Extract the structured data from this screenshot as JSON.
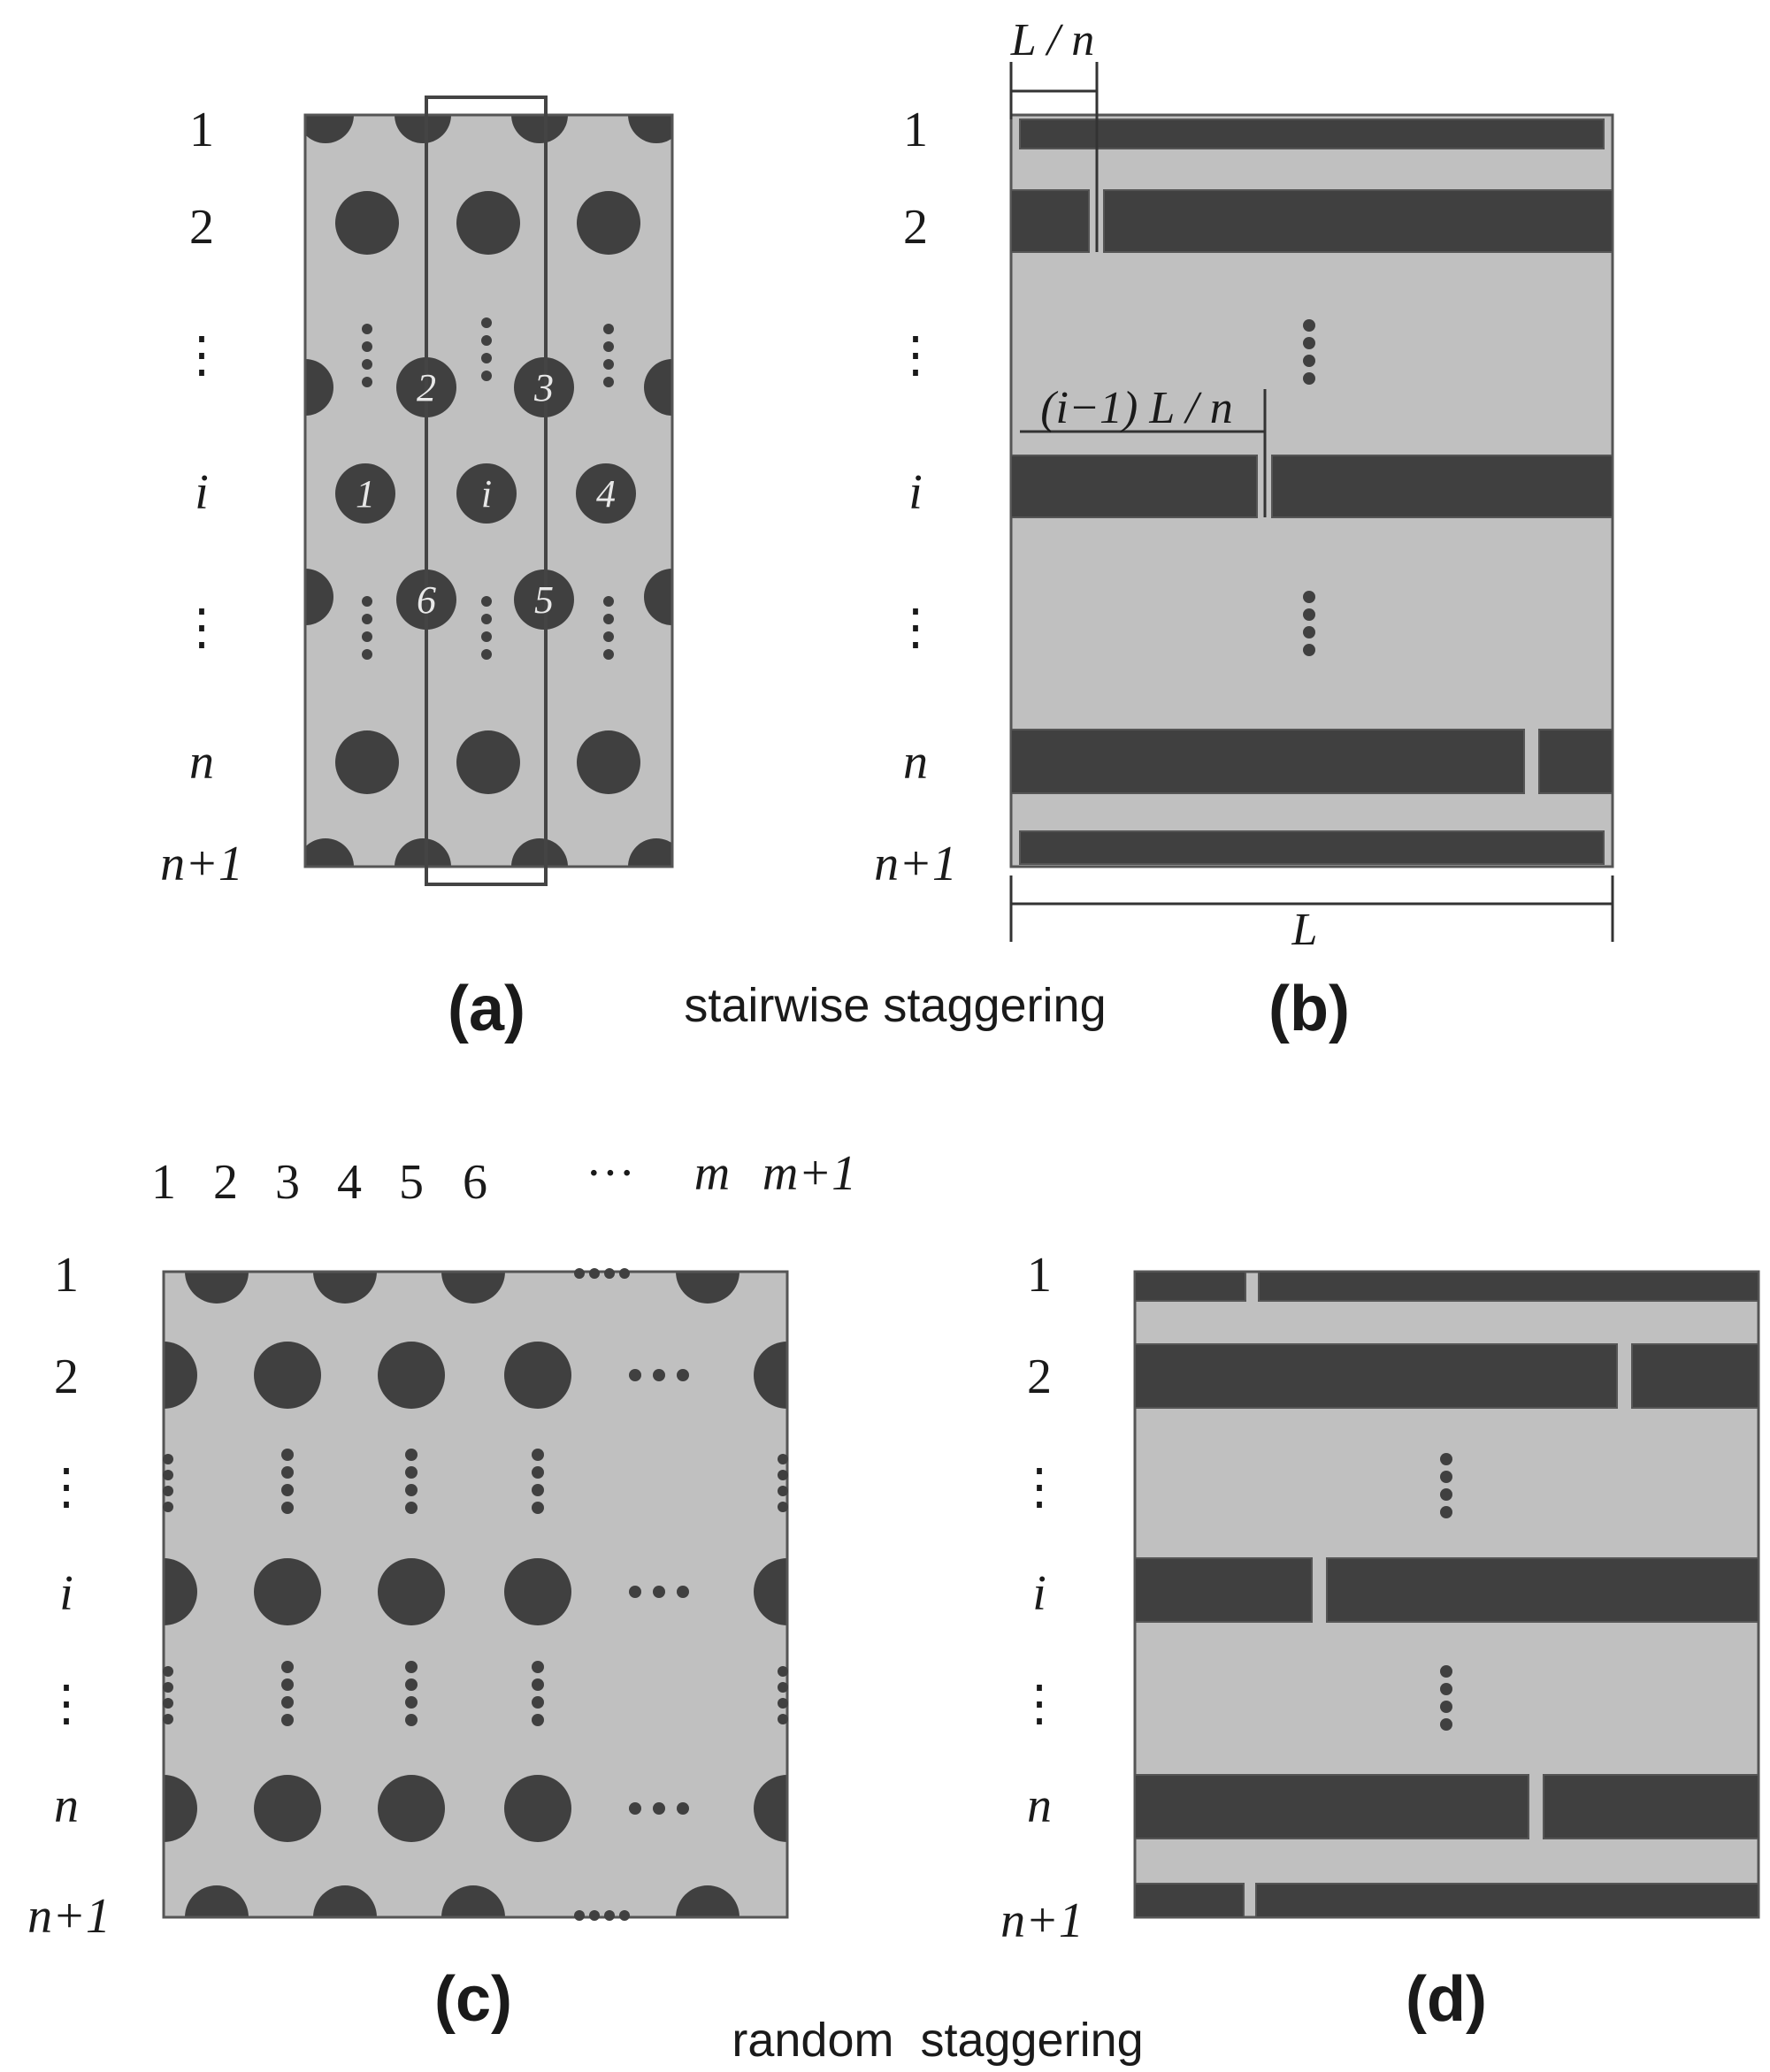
{
  "colors": {
    "panel_bg": "#c0c0c0",
    "mark": "#404040",
    "frame": "#555555",
    "text": "#1a1a1a"
  },
  "rows": [
    "1",
    "2",
    "⋮",
    "i",
    "⋮",
    "n",
    "n+1"
  ],
  "columns_c": [
    "1",
    "2",
    "3",
    "4",
    "5",
    "6",
    "···",
    "m",
    "m+1"
  ],
  "pore_labels": [
    "1",
    "2",
    "3",
    "4",
    "5",
    "6",
    "i"
  ],
  "annotations": {
    "cell_width": "L / n",
    "offset": "(i−1) L / n",
    "length": "L"
  },
  "captions": {
    "a": "(a)",
    "b": "(b)",
    "c": "(c)",
    "d": "(d)",
    "top": "stairwise staggering",
    "bottom": "random  staggering"
  },
  "staggering": {
    "stairwise_offsets": [
      0,
      1,
      "i−1",
      "n−1",
      0
    ],
    "random_offsets_fraction_of_L": [
      0.18,
      0.78,
      0.29,
      0.65,
      0.18
    ]
  }
}
